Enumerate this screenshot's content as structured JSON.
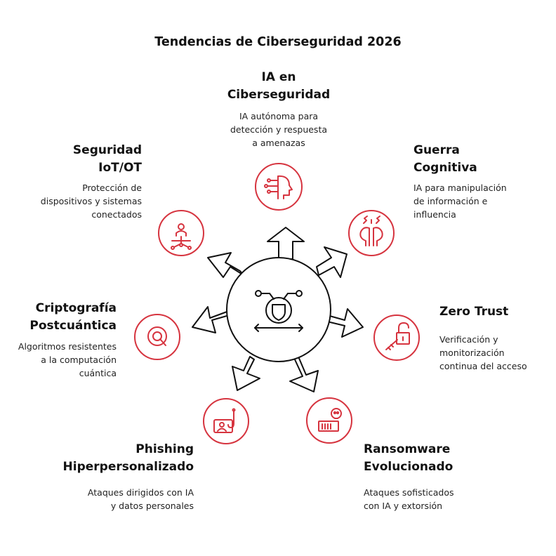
{
  "title": "Tendencias de Ciberseguridad 2026",
  "colors": {
    "accent": "#d6343f",
    "outline": "#111111"
  },
  "center": {
    "icon": "shield-network-icon"
  },
  "items": [
    {
      "id": "ia",
      "heading": [
        "IA en",
        "Ciberseguridad"
      ],
      "desc": [
        "IA autónoma para",
        "detección y respuesta",
        "a amenazas"
      ],
      "icon": "ai-head-circuit-icon"
    },
    {
      "id": "guerra",
      "heading": [
        "Guerra",
        "Cognitiva"
      ],
      "desc": [
        "IA para manipulación",
        "de información e",
        "influencia"
      ],
      "icon": "brain-conflict-icon"
    },
    {
      "id": "zero",
      "heading": [
        "Zero Trust"
      ],
      "desc": [
        "Verificación y",
        "monitorización",
        "continua del acceso"
      ],
      "icon": "unlocked-padlock-key-icon"
    },
    {
      "id": "ransom",
      "heading": [
        "Ransomware",
        "Evolucionado"
      ],
      "desc": [
        "Ataques sofisticados",
        "con IA y extorsión"
      ],
      "icon": "skull-barcode-icon"
    },
    {
      "id": "phishing",
      "heading": [
        "Phishing",
        "Hiperpersonalizado"
      ],
      "desc": [
        "Ataques dirigidos con IA",
        "y datos personales"
      ],
      "icon": "fishing-hook-user-icon"
    },
    {
      "id": "cripto",
      "heading": [
        "Criptografía",
        "Postcuántica"
      ],
      "desc": [
        "Algoritmos resistentes",
        "a la computación",
        "cuántica"
      ],
      "icon": "quantum-q-icon"
    },
    {
      "id": "iot",
      "heading": [
        "Seguridad",
        "IoT/OT"
      ],
      "desc": [
        "Protección de",
        "dispositivos y sistemas",
        "conectados"
      ],
      "icon": "connected-devices-network-icon"
    }
  ]
}
